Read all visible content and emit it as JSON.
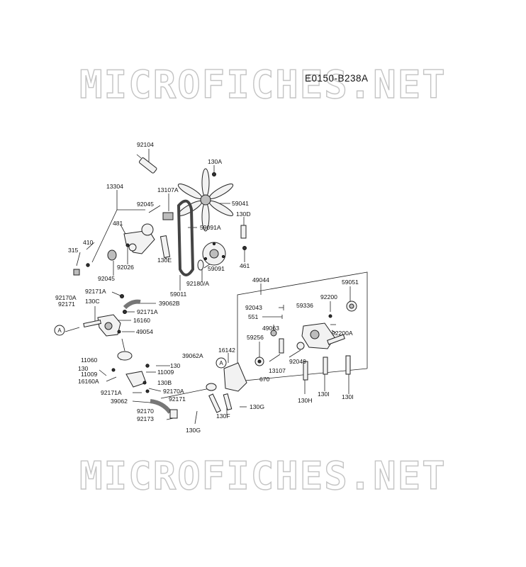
{
  "watermark": {
    "top": "MICROFICHES.NET",
    "bottom": "MICROFICHES.NET"
  },
  "diagram_code": "E0150-B238A",
  "callouts": {
    "a1": "A",
    "a2": "A"
  },
  "labels": {
    "p92104": "92104",
    "p130A": "130A",
    "p13304": "13304",
    "p13107A": "13107A",
    "p59041": "59041",
    "p92045a": "92045",
    "p130D": "130D",
    "p481": "481",
    "p59091A": "59091A",
    "p410": "410",
    "p315": "315",
    "p92026": "92026",
    "p130E": "130E",
    "p461": "461",
    "p59091": "59091",
    "p92045b": "92045",
    "p92180A": "92180/A",
    "p59011": "59011",
    "p92171A_a": "92171A",
    "p39062B": "39062B",
    "p92170A_a": "92170A",
    "p92171_a": "92171",
    "p130C": "130C",
    "p92171A_b": "92171A",
    "p16160": "16160",
    "p49054": "49054",
    "p49044": "49044",
    "p59051": "59051",
    "p92200": "92200",
    "p92043": "92043",
    "p59336": "59336",
    "p551": "551",
    "p49063": "49063",
    "p92200A": "92200A",
    "p59256": "59256",
    "p92049": "92049",
    "p13107": "13107",
    "p670": "670",
    "p11060": "11060",
    "p39062A": "39062A",
    "p16142": "16142",
    "p130_a": "130",
    "p130_b": "130",
    "p11009_a": "11009",
    "p11009_b": "11009",
    "p16160A": "16160A",
    "p130B": "130B",
    "p92170A_b": "92170A",
    "p92171A_c": "92171A",
    "p92171_b": "92171",
    "p39062": "39062",
    "p92170": "92170",
    "p92173": "92173",
    "p130G_a": "130G",
    "p130G_b": "130G",
    "p130F": "130F",
    "p130H": "130H",
    "p130I_a": "130I",
    "p130I_b": "130I"
  }
}
